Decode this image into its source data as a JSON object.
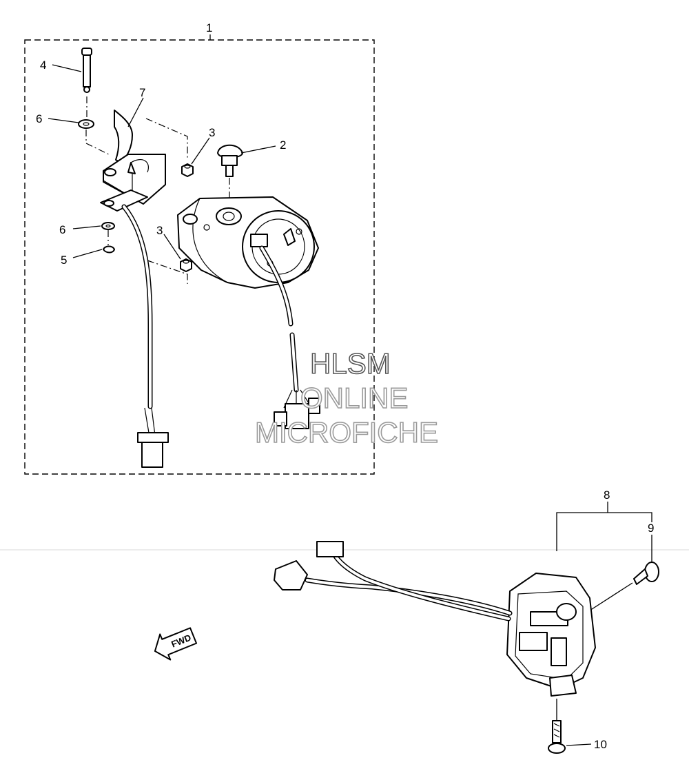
{
  "callouts": {
    "c1": "1",
    "c2": "2",
    "c3a": "3",
    "c3b": "3",
    "c4": "4",
    "c5": "5",
    "c6a": "6",
    "c6b": "6",
    "c7": "7",
    "c8": "8",
    "c9": "9",
    "c10": "10"
  },
  "watermark": {
    "line1": "HLSM",
    "line2": "ONLINE",
    "line3": "MICROFICHE"
  },
  "fwd_label": "FWD"
}
